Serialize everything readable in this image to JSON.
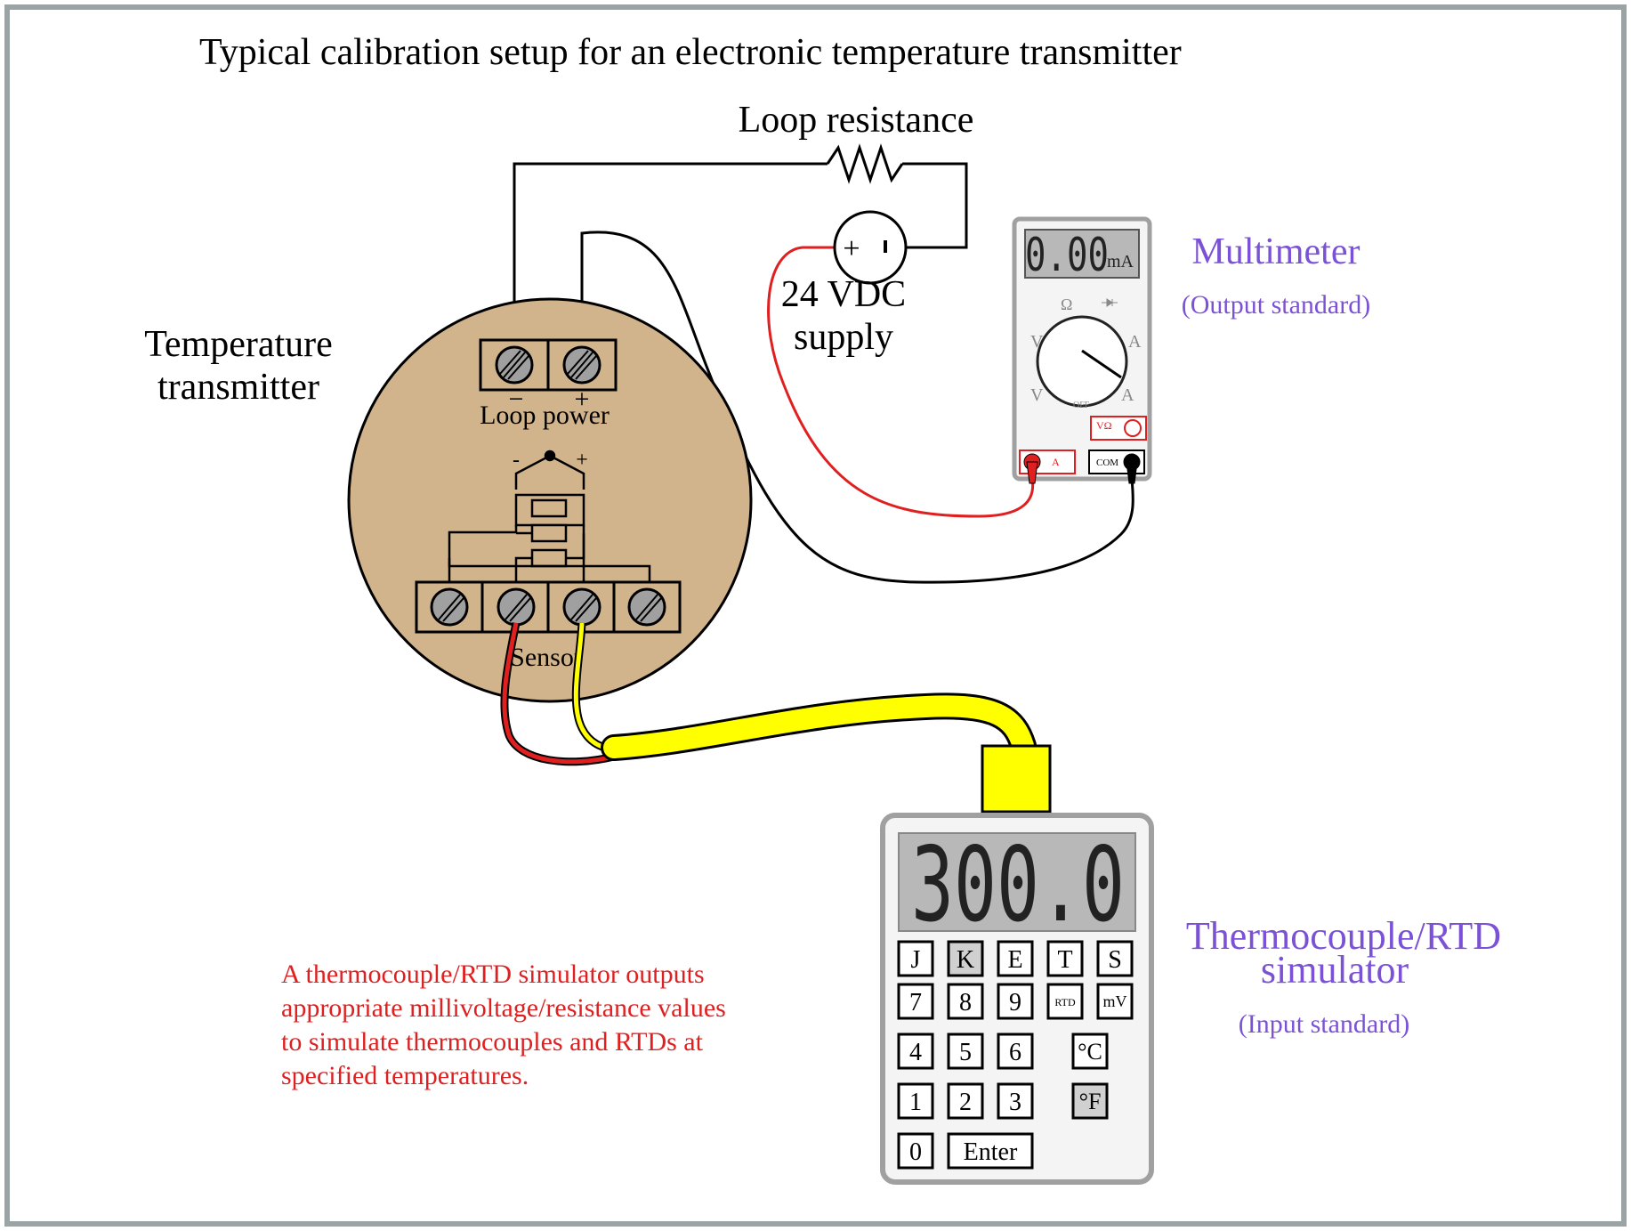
{
  "title": "Typical calibration setup for an electronic temperature transmitter",
  "loop": {
    "resistor_label": "Loop resistance",
    "supply_label_line1": "24 VDC",
    "supply_label_line2": "supply",
    "supply_plus": "+",
    "supply_minus": "-"
  },
  "transmitter": {
    "label_line1": "Temperature",
    "label_line2": "transmitter",
    "loop_power_label": "Loop power",
    "loop_minus": "−",
    "loop_plus": "+",
    "sensor_label": "Sensor",
    "sensor_minus": "-",
    "sensor_plus": "+",
    "body_color": "#d2b48c"
  },
  "multimeter": {
    "title": "Multimeter",
    "subtitle": "(Output standard)",
    "display_value": "0.00",
    "display_unit": "mA",
    "dial_labels": {
      "ohm": "Ω",
      "v_ac": "V",
      "a_ac": "A",
      "v_dc": "V",
      "a_dc": "A",
      "off": "OFF"
    },
    "jack_a": "A",
    "jack_com": "COM",
    "jack_vohm": "VΩ",
    "label_color": "#7b52d6"
  },
  "simulator": {
    "title_line1": "Thermocouple/RTD",
    "title_line2": "simulator",
    "subtitle": "(Input standard)",
    "display_value": "300.0",
    "keys_row1": [
      "J",
      "K",
      "E",
      "T",
      "S"
    ],
    "keys_row2": [
      "7",
      "8",
      "9",
      "RTD",
      "mV"
    ],
    "keys_row3": [
      "4",
      "5",
      "6",
      "°C"
    ],
    "keys_row4": [
      "1",
      "2",
      "3",
      "°F"
    ],
    "keys_row5": [
      "0",
      "Enter"
    ],
    "highlighted_keys": [
      "K",
      "°F"
    ]
  },
  "note": {
    "line1": "A thermocouple/RTD simulator outputs",
    "line2": "appropriate millivoltage/resistance values",
    "line3": "to simulate thermocouples and RTDs at",
    "line4": "specified temperatures.",
    "color": "#e02020"
  },
  "wire_colors": {
    "red": "#e02020",
    "black": "#000000",
    "yellow": "#ffff00"
  }
}
